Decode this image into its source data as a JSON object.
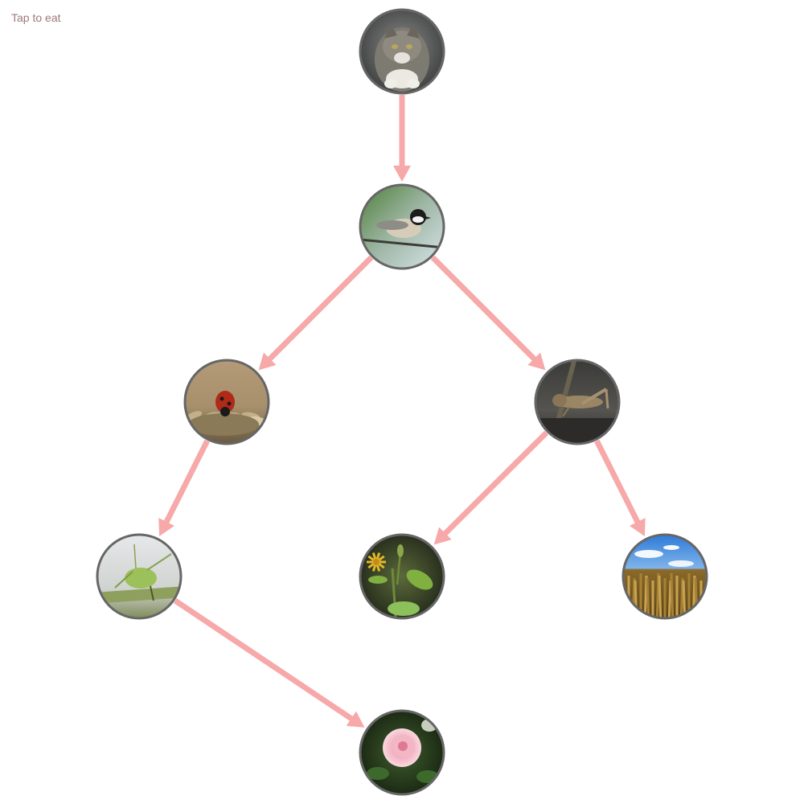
{
  "hint": "Tap to eat",
  "colors": {
    "arrow": "#f7a8a8",
    "ring": "#666666",
    "hint": "#9a7a78",
    "background": "#ffffff"
  },
  "nodes": [
    {
      "id": "cat",
      "icon": "cat-photo-icon"
    },
    {
      "id": "bird",
      "icon": "chickadee-photo-icon"
    },
    {
      "id": "ladybug",
      "icon": "ladybug-photo-icon"
    },
    {
      "id": "grasshopper",
      "icon": "grasshopper-photo-icon"
    },
    {
      "id": "aphid",
      "icon": "aphid-photo-icon"
    },
    {
      "id": "flower",
      "icon": "yellow-flower-photo-icon"
    },
    {
      "id": "wheat",
      "icon": "wheat-field-photo-icon"
    },
    {
      "id": "rose",
      "icon": "rose-photo-icon"
    }
  ],
  "edges": [
    {
      "from": "cat",
      "to": "bird"
    },
    {
      "from": "bird",
      "to": "ladybug"
    },
    {
      "from": "bird",
      "to": "grasshopper"
    },
    {
      "from": "ladybug",
      "to": "aphid"
    },
    {
      "from": "grasshopper",
      "to": "flower"
    },
    {
      "from": "grasshopper",
      "to": "wheat"
    },
    {
      "from": "aphid",
      "to": "rose"
    }
  ]
}
